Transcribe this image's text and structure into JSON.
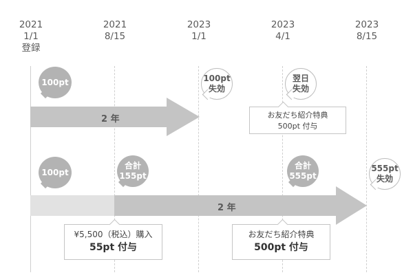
{
  "columns": [
    {
      "year": "2021",
      "date": "1/1",
      "note": "登録"
    },
    {
      "year": "2021",
      "date": "8/15",
      "note": ""
    },
    {
      "year": "2023",
      "date": "1/1",
      "note": ""
    },
    {
      "year": "2023",
      "date": "4/1",
      "note": ""
    },
    {
      "year": "2023",
      "date": "8/15",
      "note": ""
    }
  ],
  "row1": {
    "bubble_start": "100pt",
    "arrow_label": "2 年",
    "expire_line1": "100pt",
    "expire_line2": "失効",
    "nextday_line1": "翌日",
    "nextday_line2": "失効",
    "callout_line1": "お友だち紹介特典",
    "callout_line2": "500pt 付与"
  },
  "row2": {
    "bubble_start": "100pt",
    "total1_line1": "合計",
    "total1_line2": "155pt",
    "total2_line1": "合計",
    "total2_line2": "555pt",
    "expire_line1": "555pt",
    "expire_line2": "失効",
    "arrow_label": "2 年",
    "purchase_line1": "¥5,500（税込）購入",
    "purchase_line2": "55pt 付与",
    "referral_line1": "お友だち紹介特典",
    "referral_line2": "500pt 付与"
  },
  "colors": {
    "arrow_dark": "#c4c4c4",
    "arrow_light": "#e2e2e2",
    "bubble_dark": "#b3b3b3",
    "line": "#cfcfcf"
  }
}
